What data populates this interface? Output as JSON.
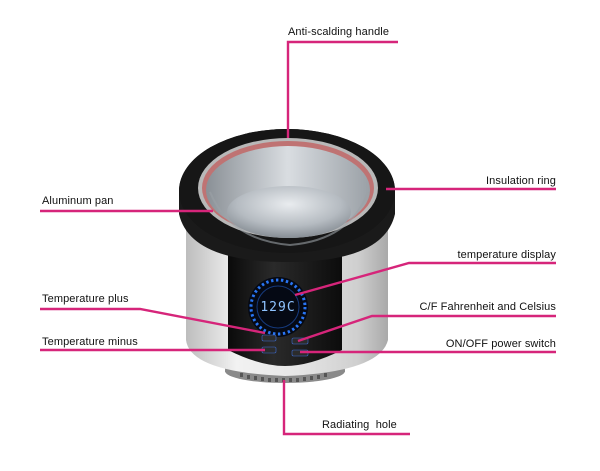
{
  "colors": {
    "leader_line": "#d6257a",
    "display_glow": "#2b7bff",
    "display_text": "#8fc3ff",
    "body_black": "#111111",
    "body_silver": "#d7d7d7"
  },
  "labels": {
    "anti_scalding_handle": "Anti-scalding handle",
    "insulation_ring": "Insulation ring",
    "aluminum_pan": "Aluminum pan",
    "temperature_display": "temperature display",
    "temperature_plus": "Temperature plus",
    "cf_switch": "C/F Fahrenheit and Celsius",
    "temperature_minus": "Temperature minus",
    "on_off_switch": "ON/OFF power switch",
    "radiating_hole": "Radiating  hole"
  },
  "display": {
    "reading": "129C"
  }
}
